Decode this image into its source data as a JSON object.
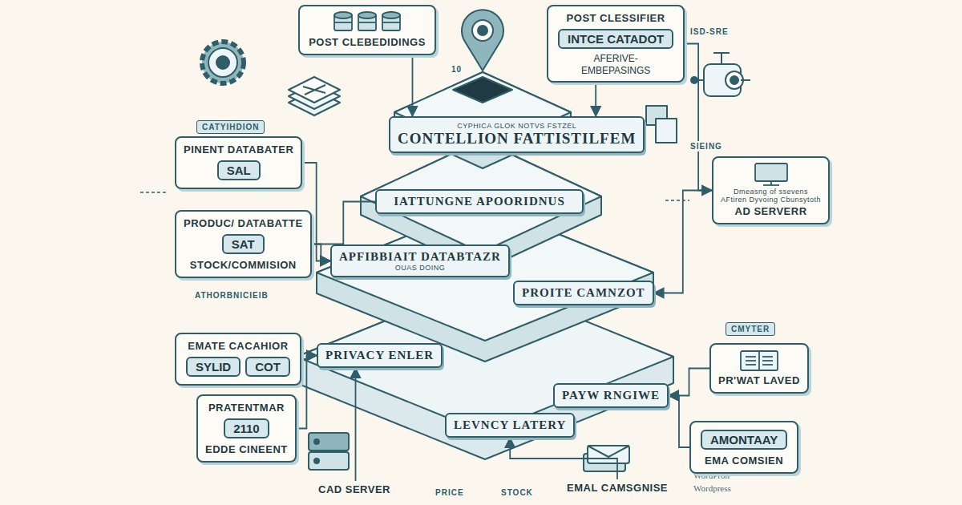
{
  "diagram": {
    "nodes": [
      {
        "text": [
          "POST CLEBEDIDINGS"
        ]
      },
      {
        "text": [
          "POST CLESSIFIER",
          "INTCE CATADOT",
          "AFERIVE-",
          "EMBEPASINGS"
        ]
      },
      {
        "text": [
          "PINENT DATABATER",
          "SAL"
        ]
      },
      {
        "text": [
          "PRODUC/ DATABATTE",
          "SAT",
          "STOCK/COMMISION"
        ]
      },
      {
        "text": [
          "EMATE CACAHIOR",
          "SYLID",
          "COT"
        ]
      },
      {
        "text": [
          "PRATENTMAR",
          "2110",
          "EDDE CINEENT"
        ]
      },
      {
        "text": [
          "CAD SERVER"
        ]
      },
      {
        "text": [
          "CYPHICA GLOK NOTVS FSTZEL",
          "CONTELLION FATTISTILFEM"
        ]
      },
      {
        "text": [
          "IATTUNGNE APOORIDNUS"
        ]
      },
      {
        "text": [
          "APFIBBIAIT DATABTAZR",
          "OUAS DOING"
        ]
      },
      {
        "text": [
          "PROITE CAMNZOT"
        ]
      },
      {
        "text": [
          "PRIVACY ENLER"
        ]
      },
      {
        "text": [
          "PAYW RNGIWE"
        ]
      },
      {
        "text": [
          "LEVNCY LATERY"
        ]
      },
      {
        "text": [
          "Dmeasng of ssevens",
          "AFtiren Dyvoing Cbunsytoth",
          "AD SERVERR"
        ]
      },
      {
        "text": [
          "PR'WAT LAVED"
        ]
      },
      {
        "text": [
          "AMONTAAY",
          "EMA COMSIEN"
        ]
      },
      {
        "text": [
          "EMAL CAMSGNISE"
        ]
      }
    ],
    "edges": [
      {
        "from": 0,
        "to": 7,
        "arrow": "to"
      },
      {
        "from": 1,
        "to": 7,
        "arrow": "to"
      },
      {
        "from": 1,
        "to": 14,
        "arrow": "to"
      },
      {
        "from": 2,
        "to": 9,
        "arrow": "to"
      },
      {
        "from": 3,
        "to": 9,
        "arrow": "to"
      },
      {
        "from": 3,
        "to": 8,
        "arrow": "none"
      },
      {
        "from": 4,
        "to": 11,
        "arrow": "to"
      },
      {
        "from": 5,
        "to": 11,
        "arrow": "to"
      },
      {
        "from": 6,
        "to": 11,
        "arrow": "to"
      },
      {
        "from": 14,
        "to": 10,
        "arrow": "to"
      },
      {
        "from": 15,
        "to": 12,
        "arrow": "to"
      },
      {
        "from": 16,
        "to": 12,
        "arrow": "to"
      },
      {
        "from": 17,
        "to": 13,
        "arrow": "to"
      }
    ],
    "labels": [
      "CATYIHDION",
      "ATHORBNICIEIB",
      "ISD-SRE",
      "SIEING",
      "CMYTER",
      "10",
      "PRICE",
      "STOCK",
      "WordPron",
      "Wordpress"
    ]
  }
}
